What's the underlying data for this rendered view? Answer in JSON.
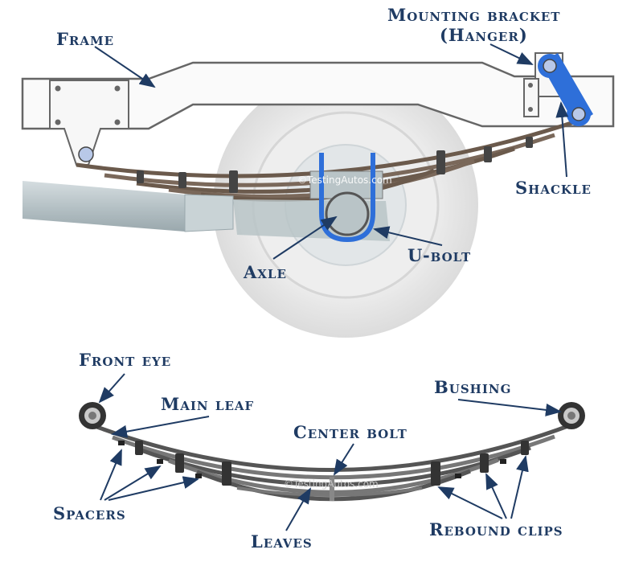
{
  "labels": {
    "frame": "Frame",
    "mounting_bracket_line1": "Mounting bracket",
    "mounting_bracket_line2": "(Hanger)",
    "shackle": "Shackle",
    "axle": "Axle",
    "u_bolt": "U-bolt",
    "front_eye": "Front eye",
    "main_leaf": "Main leaf",
    "center_bolt": "Center bolt",
    "bushing": "Bushing",
    "spacers": "Spacers",
    "leaves": "Leaves",
    "rebound_clips": "Rebound clips"
  },
  "watermark": "©TestingAutos.com",
  "colors": {
    "label": "#1f3b63",
    "highlight_blue": "#2e6fd9",
    "leaf": "#6b5a4c",
    "frame_stroke": "#666666",
    "axle": "#b9c4c7"
  }
}
